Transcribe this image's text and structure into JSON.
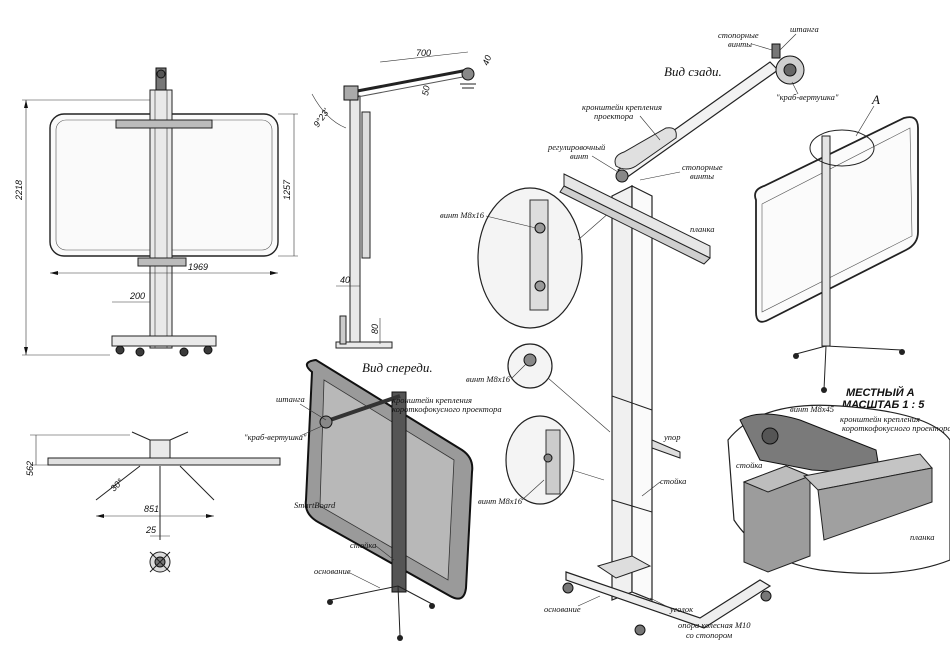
{
  "dimensions": {
    "total_height": "2218",
    "board_height": "1257",
    "board_width": "1969",
    "base_offset": "200",
    "arm_length": "700",
    "arm_offset": "40",
    "arm_drop": "50",
    "arm_angle": "9°23'",
    "post_width": "40",
    "base_height": "80",
    "depth": "562",
    "leg_angle": "30°",
    "base_width": "851",
    "post_section": "25"
  },
  "views": {
    "front_view": "Вид спереди.",
    "rear_view": "Вид сзади.",
    "detail_title_1": "МЕСТНЫЙ А",
    "detail_title_2": "МАСШТАБ 1 : 5",
    "detail_marker": "A"
  },
  "labels": {
    "rod": "штанга",
    "crab_swivel": "\"краб-вертушка\"",
    "short_throw_bracket_1": "кронштейн крепления",
    "short_throw_bracket_2": "короткофокусного проектора",
    "smartboard": "SmartBoard",
    "post": "стойка",
    "base": "основание",
    "lock_screws_1": "стопорные",
    "lock_screws_2": "винты",
    "projector_bracket_1": "кронштейн крепления",
    "projector_bracket_2": "проектора",
    "adjust_screw_1": "регулировочный",
    "adjust_screw_2": "винт",
    "plank": "планка",
    "screw_m8x16": "винт М8х16",
    "stop": "упор",
    "corner": "уголок",
    "caster_1": "опора колесная М10",
    "caster_2": "со стопором",
    "screw_m8x45": "винт М8х45"
  }
}
